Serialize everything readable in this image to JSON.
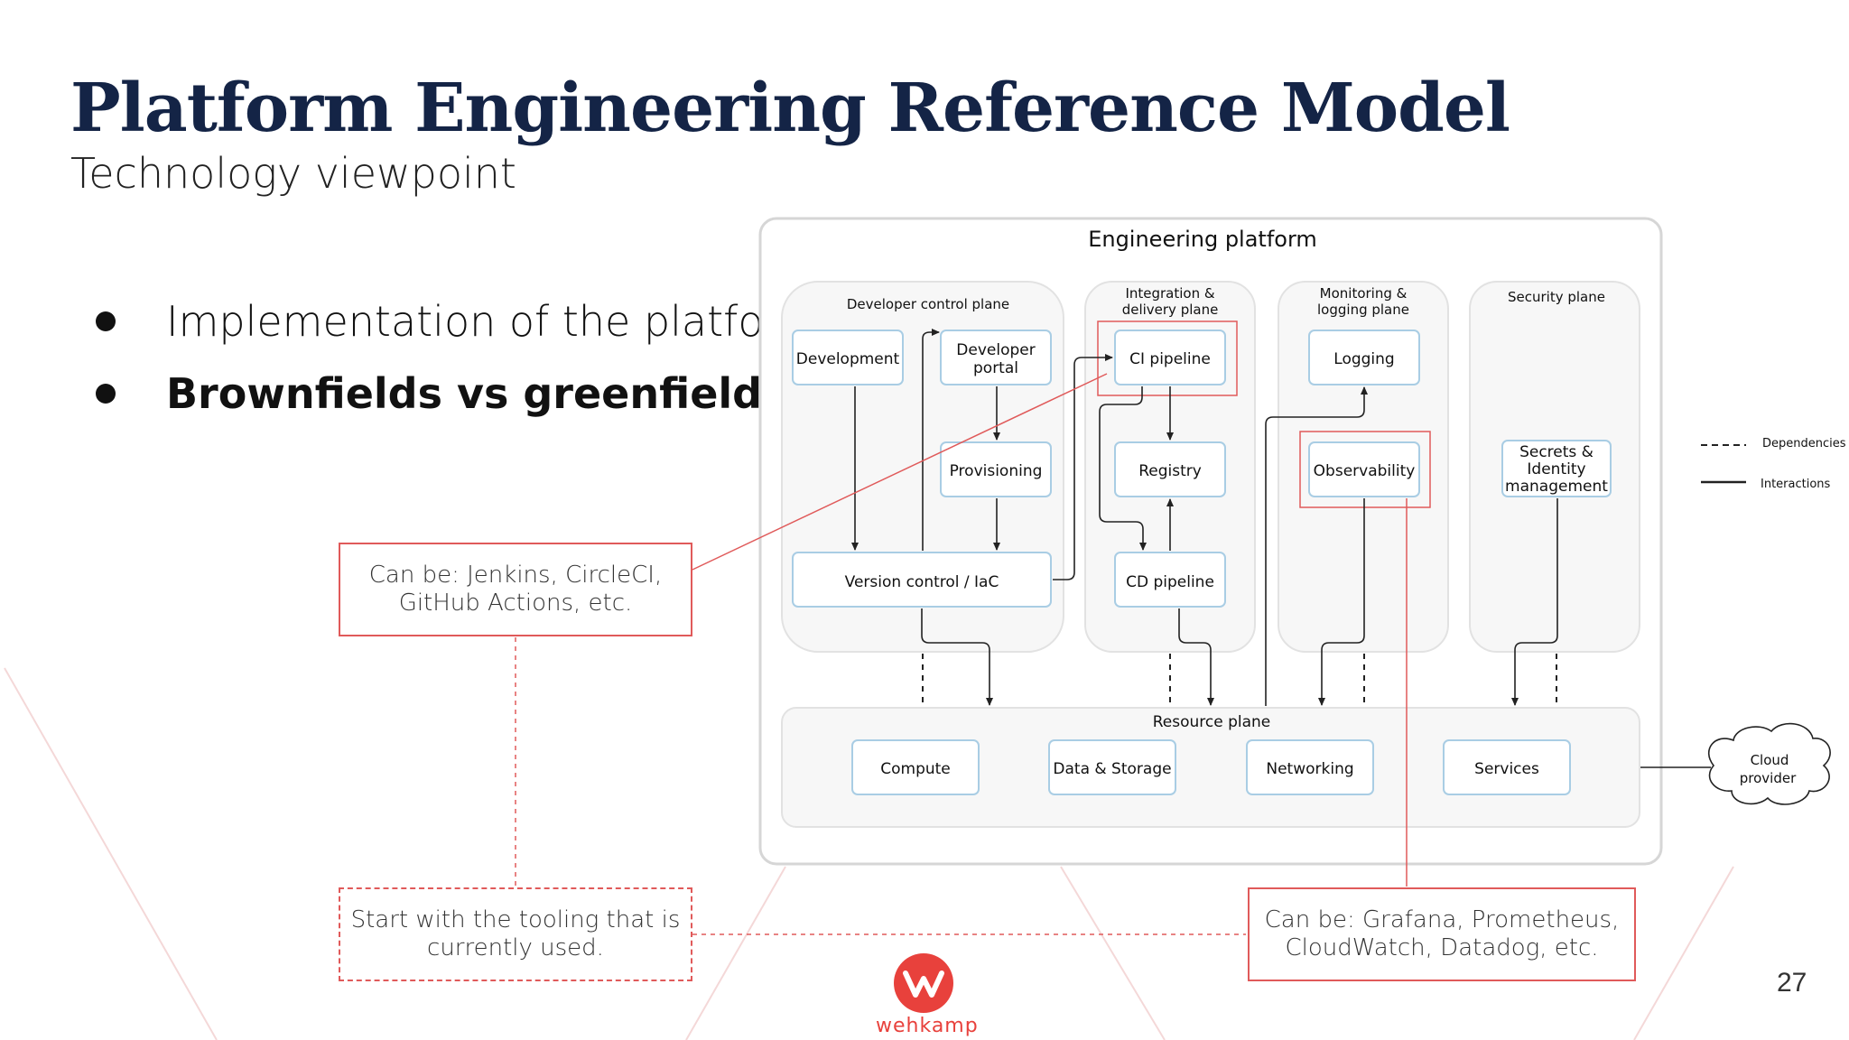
{
  "slide": {
    "title": "Platform Engineering Reference Model",
    "subtitle": "Technology viewpoint",
    "bullets": [
      "Implementation of the platform",
      "Brownfields vs greenfield"
    ],
    "page_number": "27",
    "brand": "wehkamp",
    "accent_color": "#e05a5a"
  },
  "callouts": {
    "ci_tools": "Can be: Jenkins, CircleCI,\nGitHub Actions, etc.",
    "start_tooling": "Start with the tooling that is\ncurrently used.",
    "observability_tools": "Can be: Grafana, Prometheus,\nCloudWatch, Datadog, etc."
  },
  "diagram": {
    "title": "Engineering platform",
    "planes": {
      "developer_control": "Developer control plane",
      "integration_delivery": [
        "Integration &",
        "delivery plane"
      ],
      "monitoring_logging": [
        "Monitoring &",
        "logging plane"
      ],
      "security": "Security plane",
      "resource": "Resource plane"
    },
    "nodes": {
      "development": "Development",
      "developer_portal": [
        "Developer",
        "portal"
      ],
      "provisioning": "Provisioning",
      "version_control": "Version control / IaC",
      "ci_pipeline": "CI pipeline",
      "registry": "Registry",
      "cd_pipeline": "CD pipeline",
      "logging": "Logging",
      "observability": "Observability",
      "secrets": [
        "Secrets &",
        "Identity",
        "management"
      ],
      "compute": "Compute",
      "data_storage": "Data & Storage",
      "networking": "Networking",
      "services": "Services",
      "cloud_provider": [
        "Cloud",
        "provider"
      ]
    },
    "legend": {
      "dependencies": "Dependencies",
      "interactions": "Interactions"
    }
  }
}
